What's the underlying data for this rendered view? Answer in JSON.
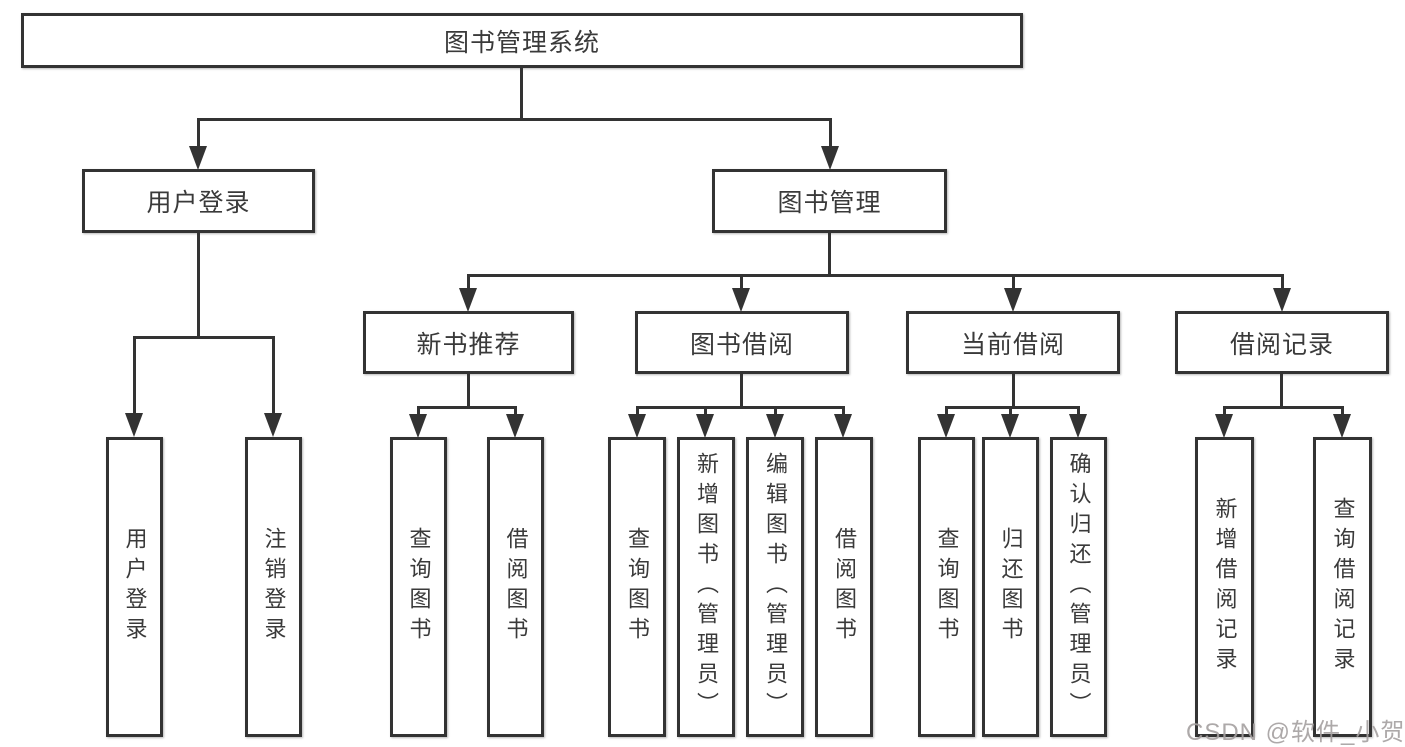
{
  "diagram": {
    "root": {
      "label": "图书管理系统"
    },
    "branches": [
      {
        "label": "用户登录"
      },
      {
        "label": "图书管理"
      }
    ],
    "modules": [
      {
        "label": "新书推荐"
      },
      {
        "label": "图书借阅"
      },
      {
        "label": "当前借阅"
      },
      {
        "label": "借阅记录"
      }
    ],
    "leaves": [
      {
        "label": "用户登录"
      },
      {
        "label": "注销登录"
      },
      {
        "label": "查询图书"
      },
      {
        "label": "借阅图书"
      },
      {
        "label": "查询图书"
      },
      {
        "label": "新增图书（管理员）"
      },
      {
        "label": "编辑图书（管理员）"
      },
      {
        "label": "借阅图书"
      },
      {
        "label": "查询图书"
      },
      {
        "label": "归还图书"
      },
      {
        "label": "确认归还（管理员）"
      },
      {
        "label": "新增借阅记录"
      },
      {
        "label": "查询借阅记录"
      }
    ],
    "line_color": "#333333",
    "text_color": "#3a3a3a"
  },
  "watermark": {
    "text": "CSDN @软件_小贺同学"
  }
}
